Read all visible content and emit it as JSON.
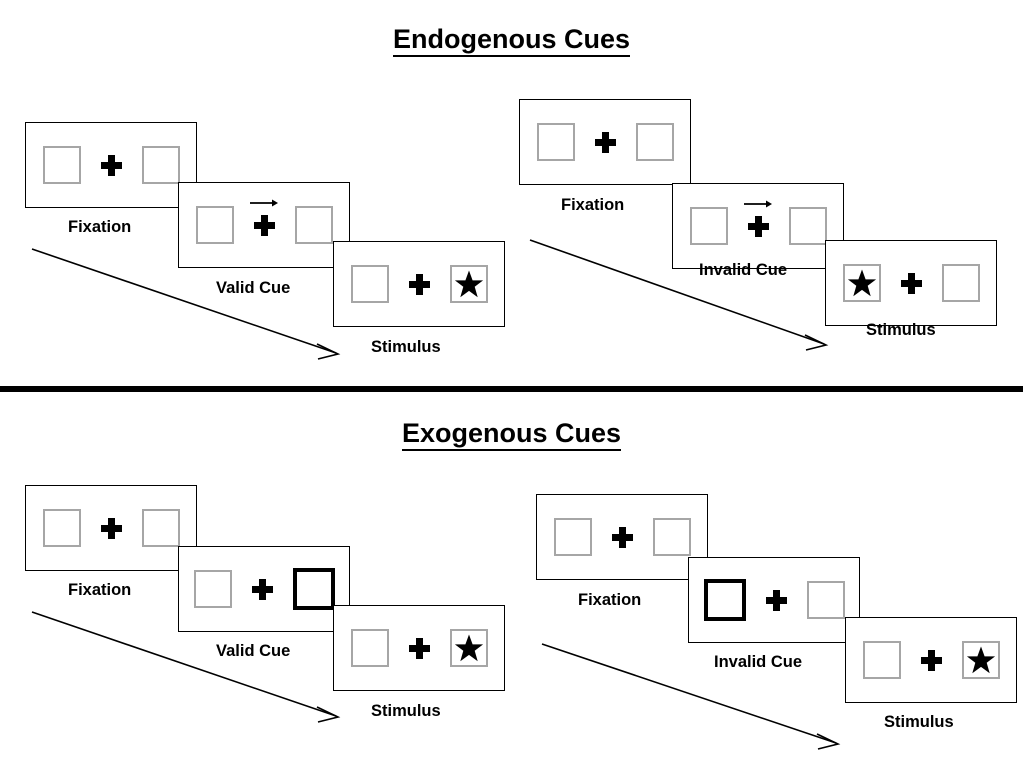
{
  "sections": [
    {
      "title": "Endogenous Cues",
      "cue_type": "arrow",
      "groups": [
        {
          "name": "valid",
          "panels": [
            {
              "stage": "Fixation",
              "left_box": "empty",
              "right_box": "empty",
              "cue": "none"
            },
            {
              "stage": "Valid Cue",
              "left_box": "empty",
              "right_box": "empty",
              "cue": "arrow-right"
            },
            {
              "stage": "Stimulus",
              "left_box": "empty",
              "right_box": "star",
              "cue": "none"
            }
          ]
        },
        {
          "name": "invalid",
          "panels": [
            {
              "stage": "Fixation",
              "left_box": "empty",
              "right_box": "empty",
              "cue": "none"
            },
            {
              "stage": "Invalid Cue",
              "left_box": "empty",
              "right_box": "empty",
              "cue": "arrow-right"
            },
            {
              "stage": "Stimulus",
              "left_box": "star",
              "right_box": "empty",
              "cue": "none"
            }
          ]
        }
      ]
    },
    {
      "title": "Exogenous Cues",
      "cue_type": "peripheral-flash",
      "groups": [
        {
          "name": "valid",
          "panels": [
            {
              "stage": "Fixation",
              "left_box": "empty",
              "right_box": "empty",
              "cue": "none"
            },
            {
              "stage": "Valid Cue",
              "left_box": "empty",
              "right_box": "cued",
              "cue": "none"
            },
            {
              "stage": "Stimulus",
              "left_box": "empty",
              "right_box": "star",
              "cue": "none"
            }
          ]
        },
        {
          "name": "invalid",
          "panels": [
            {
              "stage": "Fixation",
              "left_box": "empty",
              "right_box": "empty",
              "cue": "none"
            },
            {
              "stage": "Invalid Cue",
              "left_box": "cued",
              "right_box": "empty",
              "cue": "none"
            },
            {
              "stage": "Stimulus",
              "left_box": "empty",
              "right_box": "star",
              "cue": "none"
            }
          ]
        }
      ]
    }
  ],
  "icons": {
    "star": "star-icon",
    "fixation_cross": "fixation-cross-icon",
    "cue_arrow": "arrow-right-icon",
    "time_arrow": "time-flow-arrow-icon"
  },
  "colors": {
    "foreground": "#000000",
    "background": "#ffffff",
    "box_border": "#a6a6a6",
    "frame_border": "#000000"
  }
}
